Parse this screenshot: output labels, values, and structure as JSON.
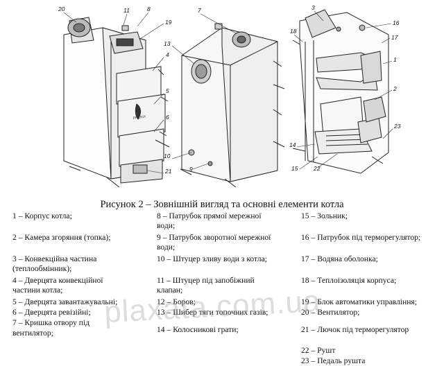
{
  "figure": {
    "callouts_left": [
      "20",
      "11",
      "8",
      "19",
      "4",
      "5",
      "6",
      "10",
      "21"
    ],
    "callouts_middle": [
      "7",
      "13",
      "9"
    ],
    "callouts_right": [
      "3",
      "16",
      "17",
      "18",
      "1",
      "2",
      "23",
      "14",
      "15",
      "22"
    ],
    "logo_text": "PHENIX"
  },
  "caption": "Рисунок 2 – Зовнішній вигляд та основні елементи котла",
  "legend": {
    "col1": [
      "1 – Корпус котла;",
      "2 – Камера згоряння (топка);",
      "3 – Конвекційна частина",
      "(теплообмінник);",
      "4 – Дверцята конвекційної",
      "частини котла;",
      "5 – Дверцята завантажувальні;",
      "6 – Дверцята ревізійні;",
      "7 – Кришка отвору під",
      "вентилятор;"
    ],
    "col2": [
      "8 – Патрубок прямої мережної",
      "води;",
      "9 – Патрубок зворотної мережної",
      "води;",
      "10 – Штуцер зливу води з котла;",
      "11 – Штуцер під запобіжний",
      "клапан;",
      "12 – Боров;",
      "13 – Шибер тяги топочних газів;",
      "14 – Колосникові грати;"
    ],
    "col3": [
      "15 – Зольник;",
      "16 – Патрубок під терморегулятор;",
      "17 – Водяна оболонка;",
      "18 – Теплоізоляція корпуса;",
      "19 – Блок автоматики управління;",
      "20 – Вентилятор;",
      "21 – Лючок під терморегулятор",
      "22 – Рушт",
      "23 – Педаль рушта"
    ]
  },
  "watermark": "plaxata.com.ua"
}
